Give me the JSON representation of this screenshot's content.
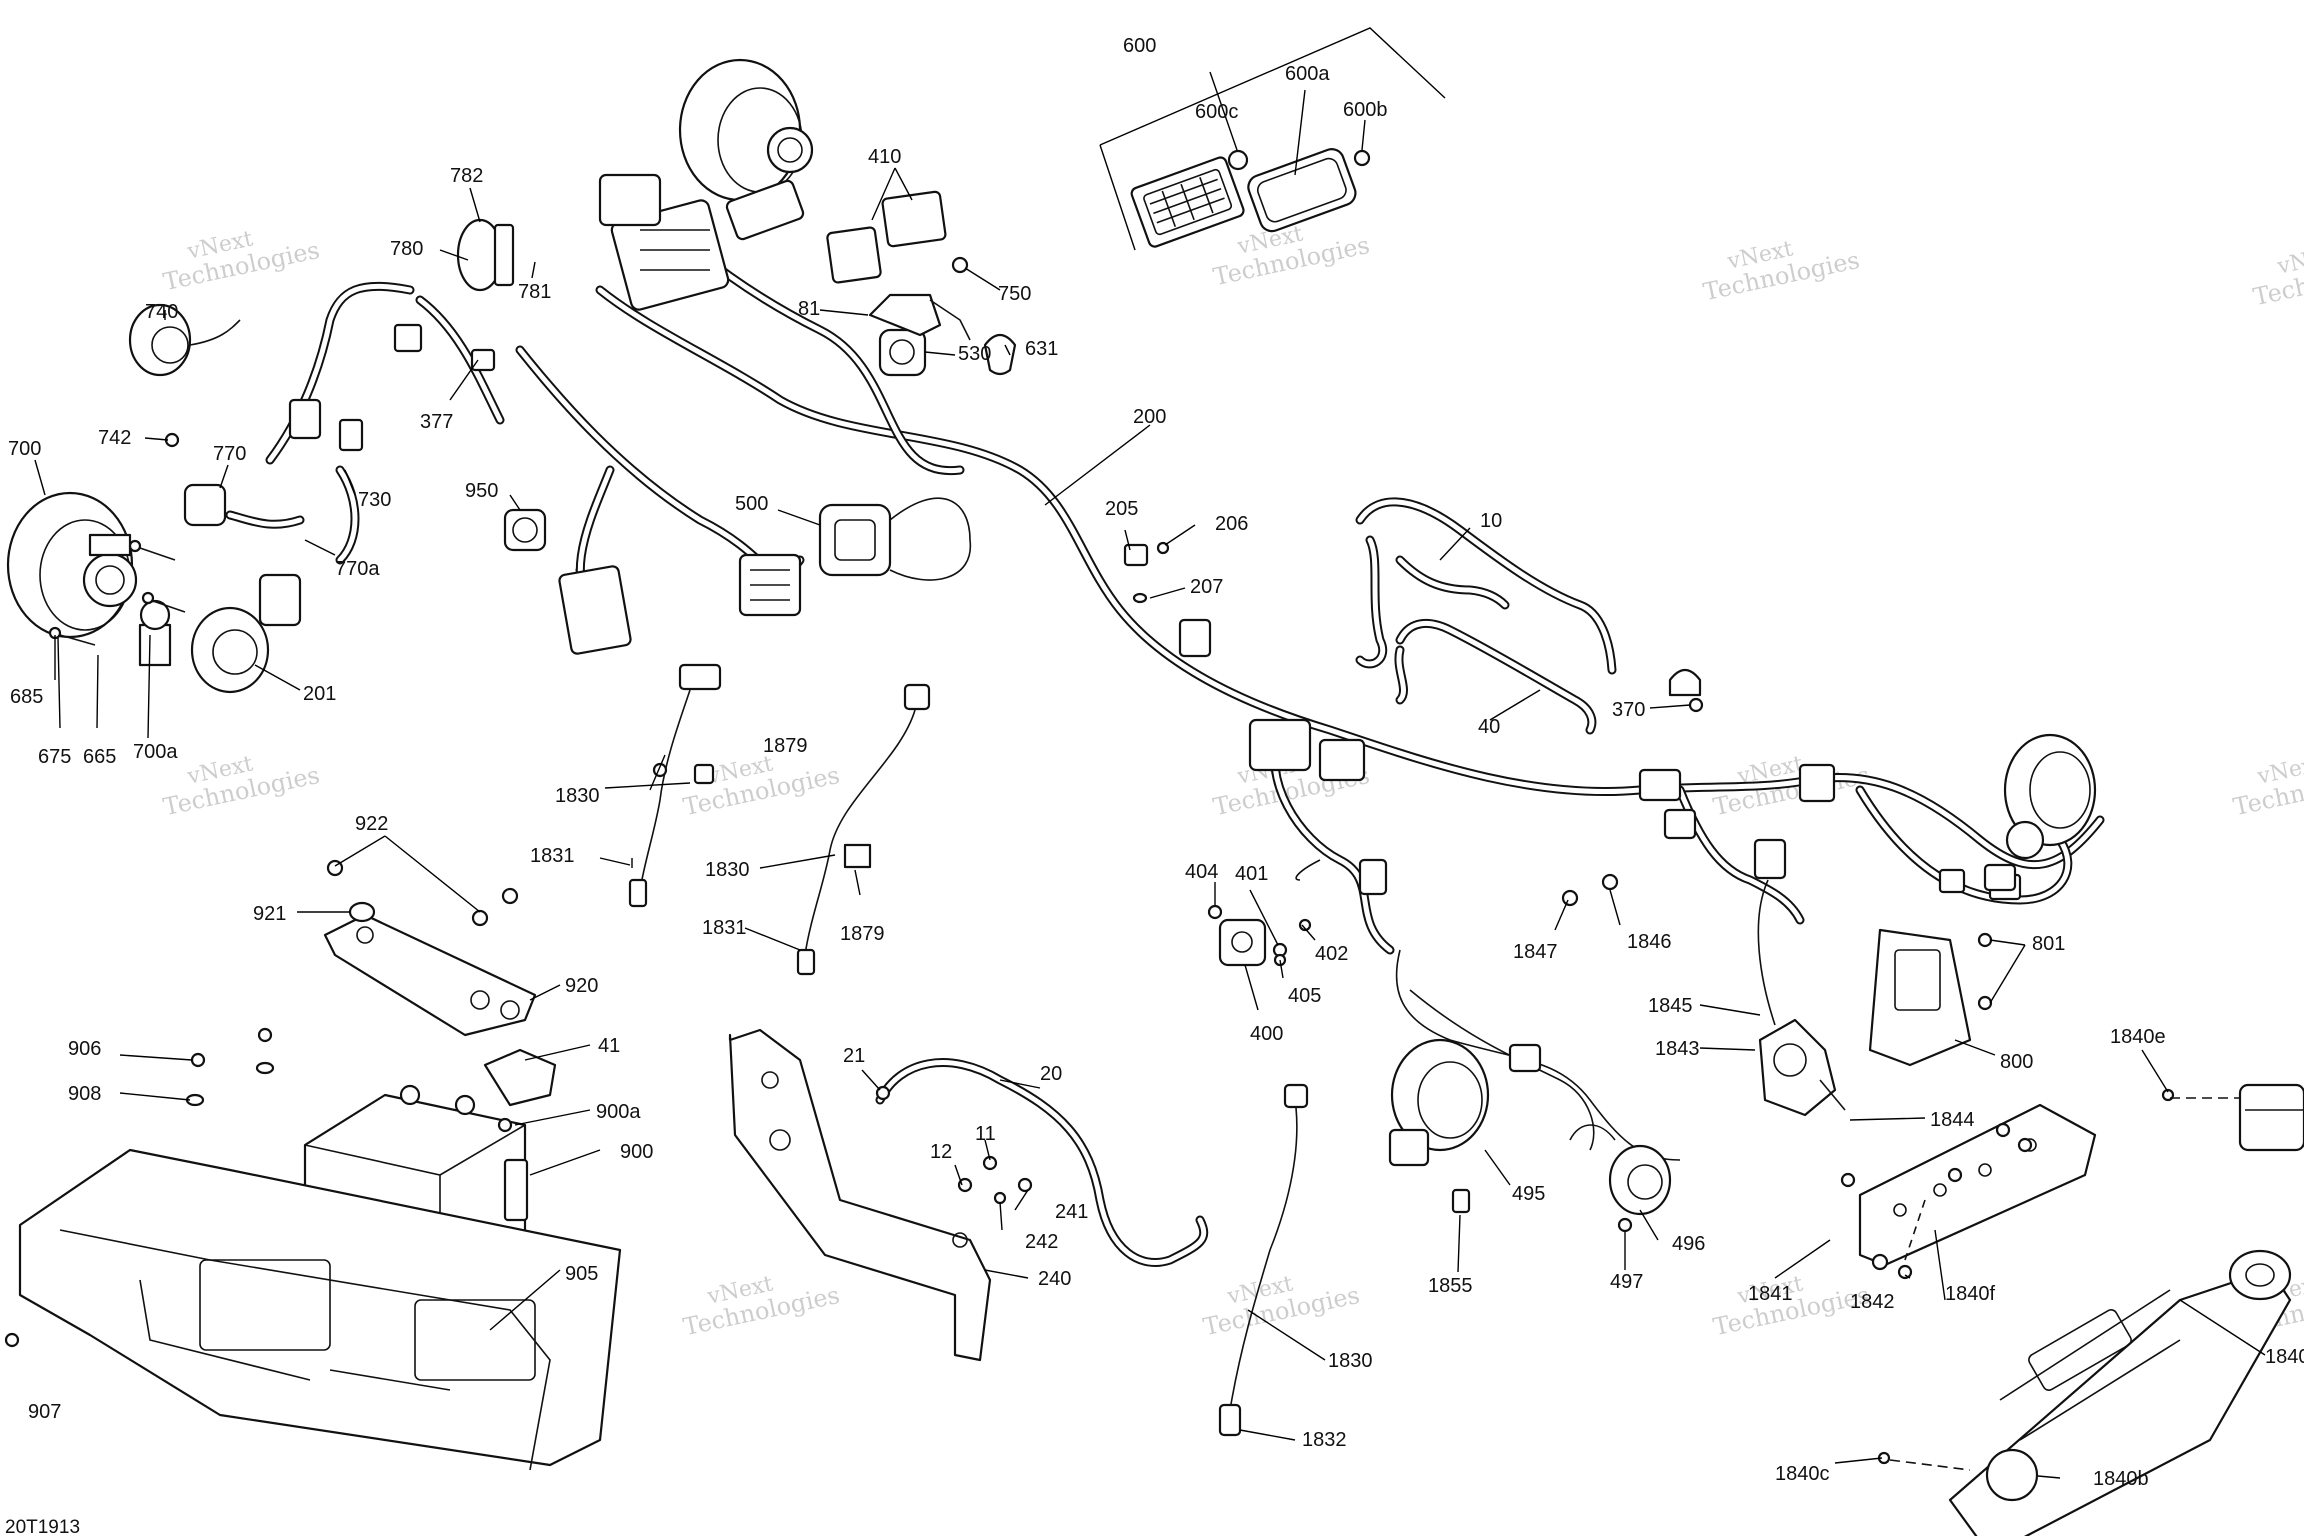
{
  "watermark": {
    "line1": "vNext",
    "line2": "Technologies"
  },
  "figure_code": "20T1913",
  "labels": {
    "l600": "600",
    "l600a": "600a",
    "l600b": "600b",
    "l600c": "600c",
    "l410": "410",
    "l750": "750",
    "l782": "782",
    "l781": "781",
    "l780": "780",
    "l81": "81",
    "l530": "530",
    "l631": "631",
    "l740": "740",
    "l742": "742",
    "l377": "377",
    "l770": "770",
    "l730": "730",
    "l770a": "770a",
    "l700": "700",
    "l950": "950",
    "l500": "500",
    "l200": "200",
    "l205": "205",
    "l206": "206",
    "l207": "207",
    "l10": "10",
    "l685": "685",
    "l675": "675",
    "l665": "665",
    "l700a": "700a",
    "l201": "201",
    "l40": "40",
    "l370": "370",
    "l1879a": "1879",
    "l1830a": "1830",
    "l1831a": "1831",
    "l1830b": "1830",
    "l1831b": "1831",
    "l1879b": "1879",
    "l922": "922",
    "l921": "921",
    "l920": "920",
    "l404": "404",
    "l401": "401",
    "l402": "402",
    "l405": "405",
    "l400": "400",
    "l1847": "1847",
    "l1846": "1846",
    "l801": "801",
    "l1845": "1845",
    "l1843": "1843",
    "l800": "800",
    "l1840e": "1840e",
    "l1844": "1844",
    "l906": "906",
    "l908": "908",
    "l41": "41",
    "l900a": "900a",
    "l900": "900",
    "l21": "21",
    "l20": "20",
    "l12": "12",
    "l11": "11",
    "l241": "241",
    "l242": "242",
    "l240": "240",
    "l495": "495",
    "l496": "496",
    "l1855": "1855",
    "l497": "497",
    "l1841": "1841",
    "l1842": "1842",
    "l1840f": "1840f",
    "l1840": "1840",
    "l905": "905",
    "l907": "907",
    "l1830c": "1830",
    "l1832": "1832",
    "l1840c": "1840c",
    "l1840b": "1840b"
  }
}
